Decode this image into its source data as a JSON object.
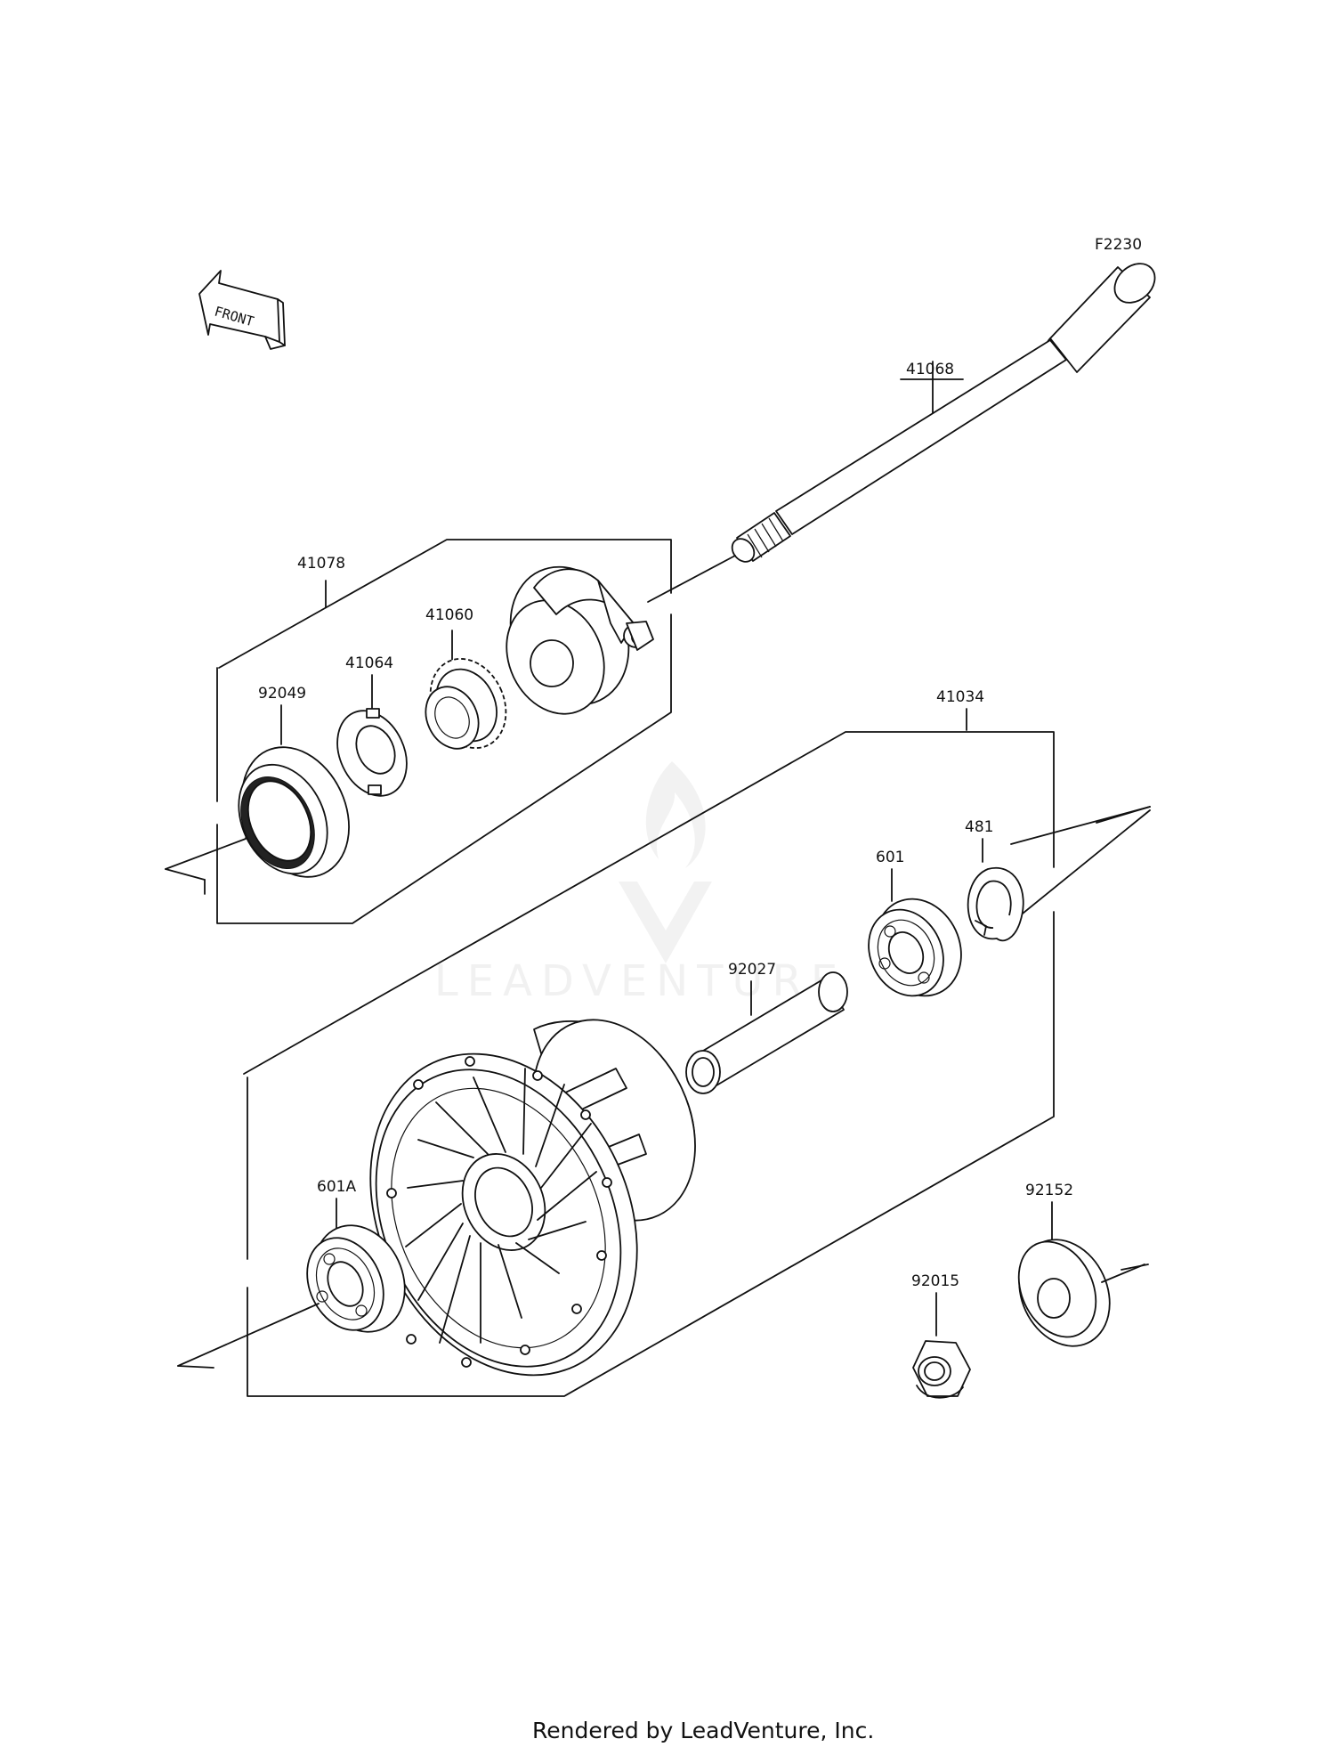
{
  "diagram_code": "F2230",
  "front_label": "FRONT",
  "watermark": "LEADVENTURE",
  "parts": {
    "axle": "41068",
    "gear_housing_assy": "41078",
    "gear_housing_ring": "41060",
    "retainer": "41064",
    "oil_seal_left": "92049",
    "hub_assy": "41034",
    "snap_ring": "481",
    "bearing_right": "601",
    "spacer_tube": "92027",
    "bearing_left": "601A",
    "collar": "92152",
    "axle_nut": "92015"
  },
  "footer": "Rendered by LeadVenture, Inc."
}
